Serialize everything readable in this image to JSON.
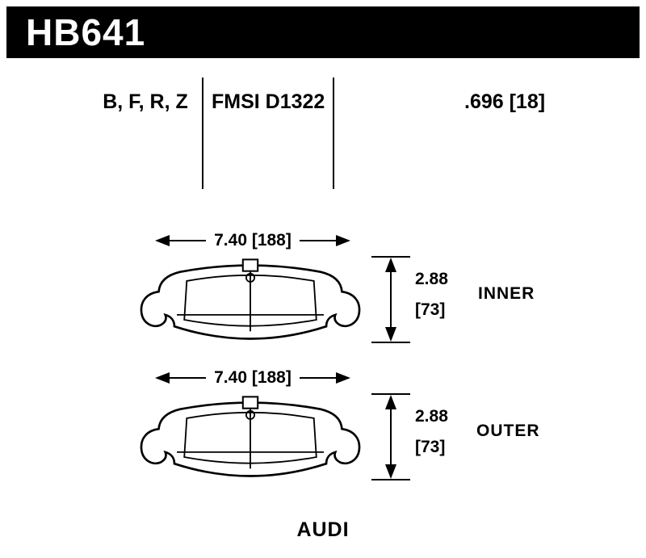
{
  "header": {
    "part_number": "HB641"
  },
  "specs": {
    "compounds": "B, F, R, Z",
    "fmsi": "FMSI D1322",
    "thickness": ".696 [18]"
  },
  "diagrams": [
    {
      "position": "INNER",
      "width": "7.40 [188]",
      "height_in": "2.88",
      "height_mm": "[73]"
    },
    {
      "position": "OUTER",
      "width": "7.40 [188]",
      "height_in": "2.88",
      "height_mm": "[73]"
    }
  ],
  "footer": {
    "vehicle": "AUDI"
  },
  "colors": {
    "header_bg": "#000000",
    "header_fg": "#ffffff",
    "line_color": "#000000"
  }
}
